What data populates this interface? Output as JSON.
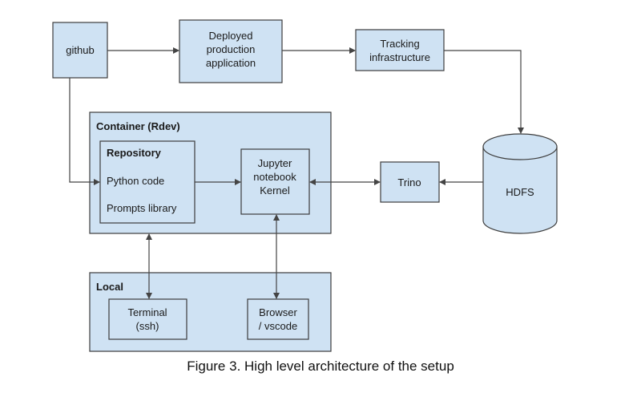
{
  "nodes": {
    "github": "github",
    "deployed": [
      "Deployed",
      "production",
      "application"
    ],
    "tracking": [
      "Tracking",
      "infrastructure"
    ],
    "container": "Container (Rdev)",
    "repository": {
      "title": "Repository",
      "items": [
        "Python code",
        "Prompts library"
      ]
    },
    "jupyter": [
      "Jupyter",
      "notebook",
      "Kernel"
    ],
    "trino": "Trino",
    "hdfs": "HDFS",
    "local": "Local",
    "terminal": [
      "Terminal",
      "(ssh)"
    ],
    "browser": [
      "Browser",
      "/ vscode"
    ]
  },
  "caption": "Figure 3. High level architecture of the setup",
  "colors": {
    "box_fill": "#cfe2f3",
    "stroke": "#3d3d3d"
  }
}
